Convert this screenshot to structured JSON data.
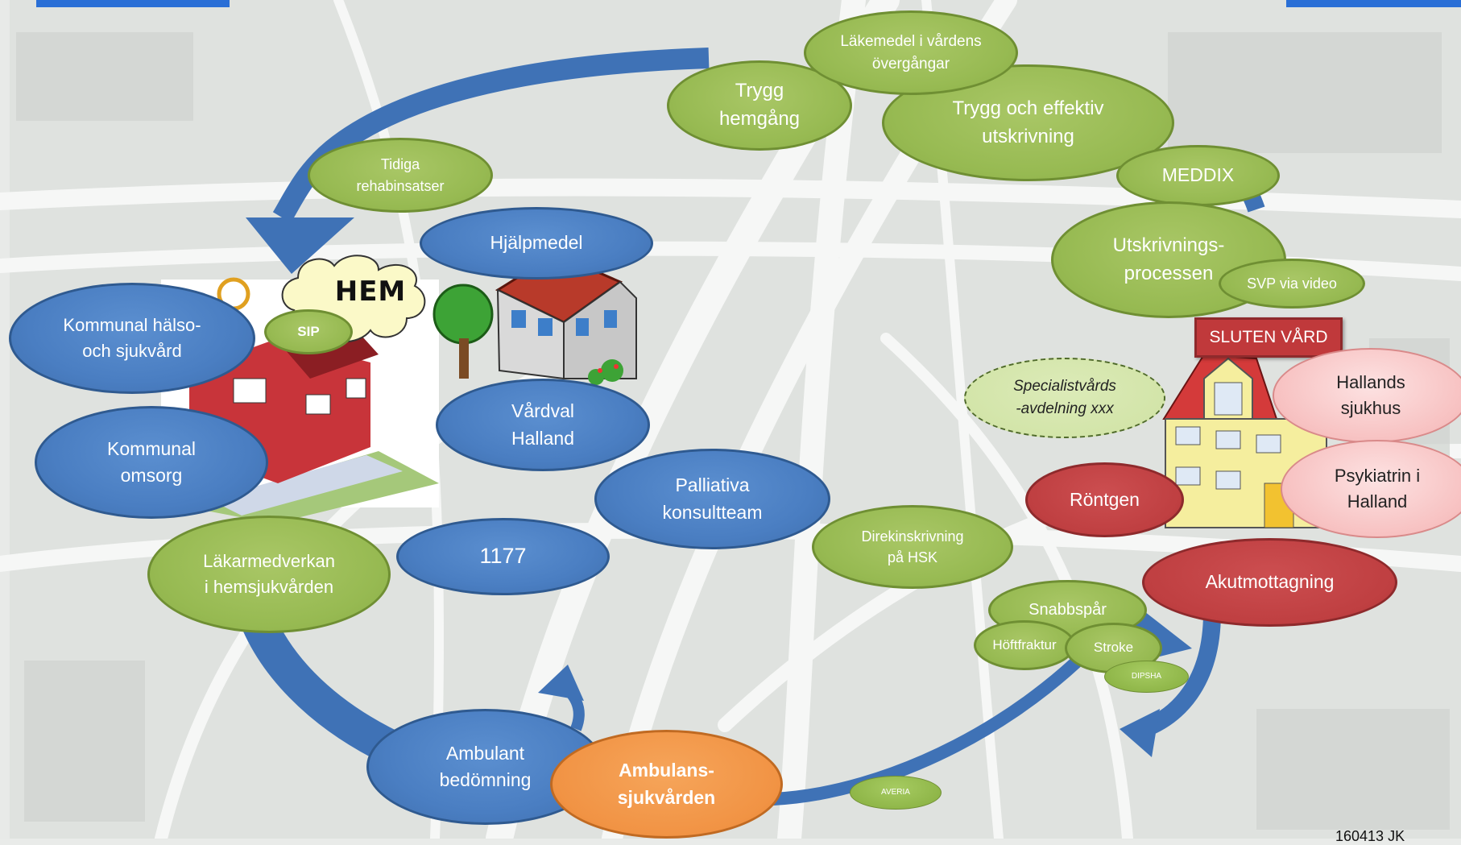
{
  "nodes": {
    "hjalpmedel": "Hjälpmedel",
    "kommunal_halso": "Kommunal hälso-\noch sjukvård",
    "kommunal_omsorg": "Kommunal\nomsorg",
    "vardval": "Vårdval\nHalland",
    "palliativa": "Palliativa\nkonsultteam",
    "n1177": "1177",
    "lakarmedverkan": "Läkarmedverkan\ni hemsjukvården",
    "ambulant": "Ambulant\nbedömning",
    "ambulans": "Ambulans-\nsjukvården",
    "tidiga": "Tidiga\nrehabinsatser",
    "trygg_hemgang": "Trygg\nhemgång",
    "lakemedel": "Läkemedel i vårdens\növergångar",
    "trygg_effektiv": "Trygg och effektiv\nutskrivning",
    "meddix": "MEDDIX",
    "utskrivnings": "Utskrivnings-\nprocessen",
    "svp_video": "SVP via video",
    "sip": "SIP",
    "hem": "HEM",
    "specialist": "Specialistvårds\n-avdelning xxx",
    "sluten_vard": "SLUTEN VÅRD",
    "hallands_sjukhus": "Hallands\nsjukhus",
    "psykiatrin": "Psykiatrin i\nHalland",
    "rontgen": "Röntgen",
    "akutmottagning": "Akutmottagning",
    "direkinskrivning": "Direkinskrivning\npå HSK",
    "snabbspar": "Snabbspår",
    "hoftfraktur": "Höftfraktur",
    "stroke": "Stroke",
    "dipsha": "DIPSHA",
    "averia": "AVERIA"
  },
  "footer": {
    "code": "160413 JK"
  },
  "colors": {
    "blue": "#4a7ec2",
    "green": "#97ba52",
    "red": "#bf3f41",
    "orange": "#f19344",
    "pink": "#f7c1c1",
    "arrow_blue": "#3f72b6",
    "top_bar": "#2a6fd6"
  }
}
